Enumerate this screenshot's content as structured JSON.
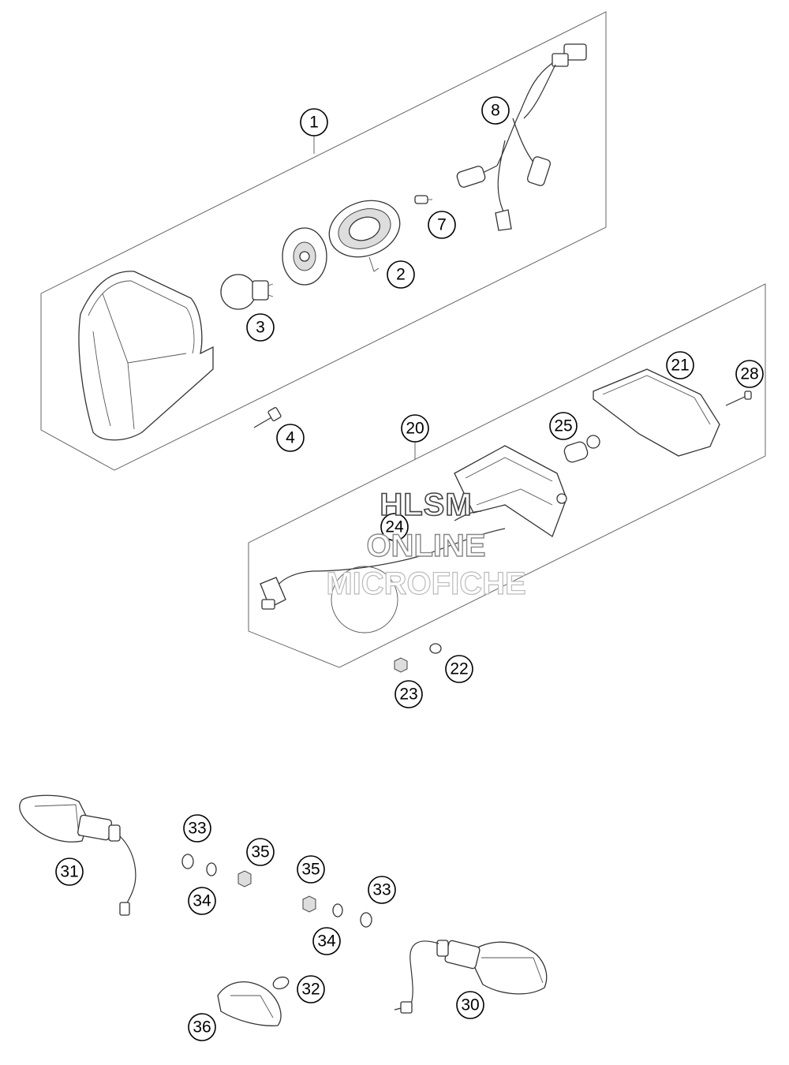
{
  "watermark": {
    "line1": "HLSM",
    "line2": "ONLINE",
    "line3": "MICROFICHE"
  },
  "callouts": {
    "c1": "1",
    "c2": "2",
    "c3": "3",
    "c4": "4",
    "c7": "7",
    "c8": "8",
    "c20": "20",
    "c21": "21",
    "c22": "22",
    "c23": "23",
    "c24": "24",
    "c25": "25",
    "c28": "28",
    "c30": "30",
    "c31": "31",
    "c32": "32",
    "c33a": "33",
    "c33b": "33",
    "c34a": "34",
    "c34b": "34",
    "c35a": "35",
    "c35b": "35",
    "c36": "36"
  }
}
